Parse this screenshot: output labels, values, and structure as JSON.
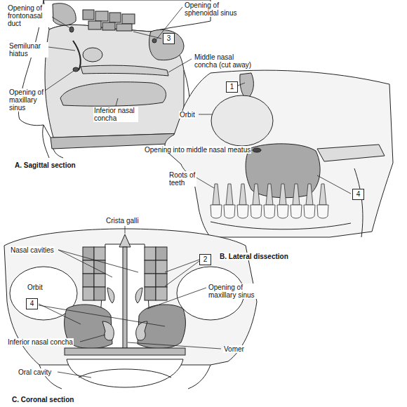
{
  "diagram": {
    "nodes": [
      {
        "text": [
          "3"
        ]
      },
      {
        "text": [
          "1"
        ]
      },
      {
        "text": [
          "4"
        ]
      },
      {
        "text": [
          "2"
        ]
      },
      {
        "text": [
          "4"
        ]
      }
    ],
    "labels": [
      "Opening of frontonasal duct",
      "Semilunar hiatus",
      "Opening of maxillary sinus",
      "Inferior nasal concha",
      "Opening of sphenoidal sinus",
      "Middle nasal concha (cut away)",
      "A. Sagittal section",
      "Orbit",
      "Opening into middle nasal meatus",
      "Roots of teeth",
      "B. Lateral dissection",
      "Crista galli",
      "Nasal cavities",
      "Orbit",
      "Opening of maxillary sinus",
      "Inferior nasal concha",
      "Vomer",
      "Oral cavity",
      "C. Coronal section"
    ]
  }
}
